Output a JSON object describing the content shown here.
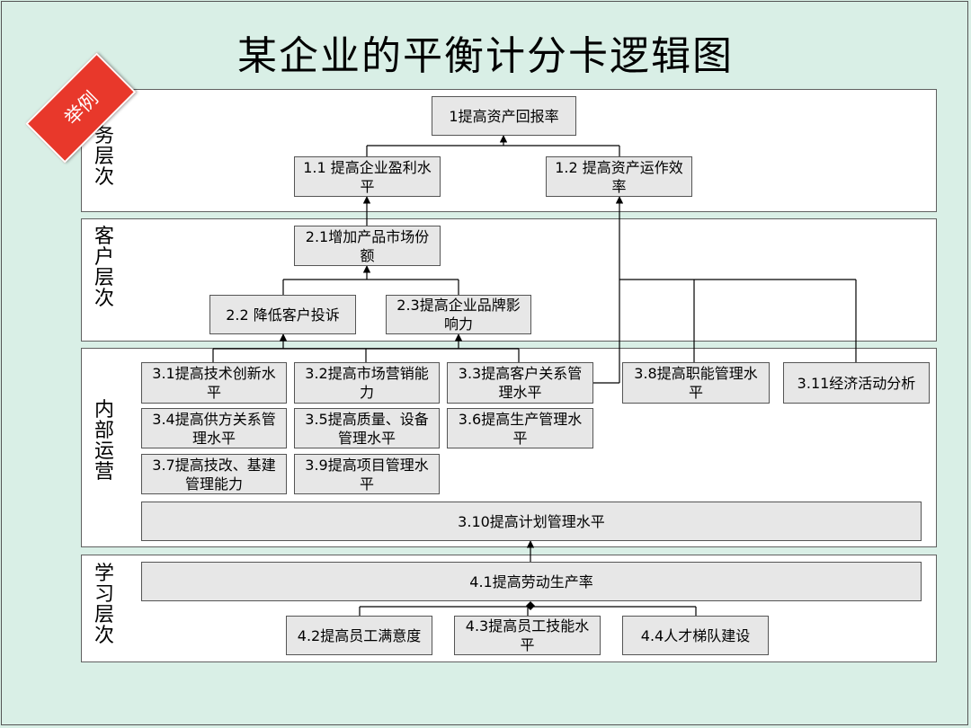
{
  "title": "某企业的平衡计分卡逻辑图",
  "badge": "举例",
  "layers": {
    "financial": "务层次",
    "customer": "客户层次",
    "internal": "内部运营",
    "learning": "学习层次"
  },
  "nodes": {
    "n1": "1提高资产回报率",
    "n1_1": "1.1 提高企业盈利水平",
    "n1_2": "1.2 提高资产运作效率",
    "n2_1": "2.1增加产品市场份额",
    "n2_2": "2.2 降低客户投诉",
    "n2_3": "2.3提高企业品牌影响力",
    "n3_1": "3.1提高技术创新水平",
    "n3_2": "3.2提高市场营销能力",
    "n3_3": "3.3提高客户关系管理水平",
    "n3_8": "3.8提高职能管理水平",
    "n3_11": "3.11经济活动分析",
    "n3_4": "3.4提高供方关系管理水平",
    "n3_5": "3.5提高质量、设备管理水平",
    "n3_6": "3.6提高生产管理水平",
    "n3_7": "3.7提高技改、基建管理能力",
    "n3_9": "3.9提高项目管理水平",
    "n3_10": "3.10提高计划管理水平",
    "n4_1": "4.1提高劳动生产率",
    "n4_2": "4.2提高员工满意度",
    "n4_3": "4.3提高员工技能水平",
    "n4_4": "4.4人才梯队建设"
  },
  "colors": {
    "background": "#d9efe6",
    "panel": "#ffffff",
    "box": "#e7e7e7",
    "badge": "#e8382b"
  }
}
